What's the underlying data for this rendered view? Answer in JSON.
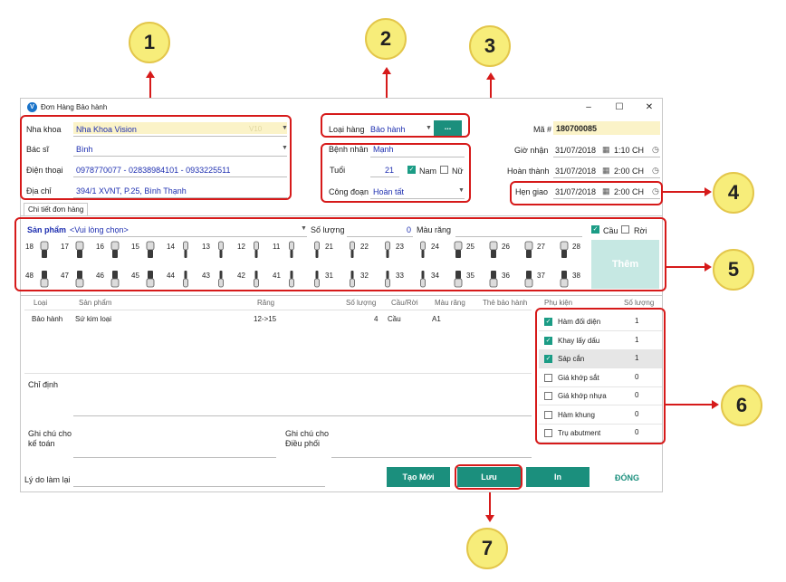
{
  "window": {
    "title": "Đơn Hàng Bảo hành",
    "logo": "V",
    "minimize": "–",
    "maximize": "☐",
    "close": "✕"
  },
  "header": {
    "nha_khoa_label": "Nha khoa",
    "nha_khoa_value": "Nha Khoa Vision",
    "nha_khoa_code": "V10",
    "bac_si_label": "Bác sĩ",
    "bac_si_value": "Bình",
    "dien_thoai_label": "Điện thoại",
    "dien_thoai_value": "0978770077 - 02838984101 - 0933225511",
    "dia_chi_label": "Địa chỉ",
    "dia_chi_value": "394/1 XVNT, P.25, Bình Thạnh",
    "loai_hang_label": "Loại hàng",
    "loai_hang_value": "Bảo hành",
    "loai_hang_btn": "...",
    "benh_nhan_label": "Bệnh nhân",
    "benh_nhan_value": "Mạnh",
    "tuoi_label": "Tuổi",
    "tuoi_value": "21",
    "nam_label": "Nam",
    "nu_label": "Nữ",
    "cong_doan_label": "Công đoạn",
    "cong_doan_value": "Hoàn tất",
    "ma_label": "Mã #",
    "ma_value": "180700085",
    "gio_nhan_label": "Giờ nhận",
    "gio_nhan_date": "31/07/2018",
    "gio_nhan_time": "1:10 CH",
    "hoan_thanh_label": "Hoàn thành",
    "hoan_thanh_date": "31/07/2018",
    "hoan_thanh_time": "2:00 CH",
    "hen_giao_label": "Hẹn giao",
    "hen_giao_date": "31/07/2018",
    "hen_giao_time": "2:00 CH"
  },
  "tab": "Chi tiết đơn hàng",
  "product": {
    "san_pham_label": "Sản phẩm",
    "san_pham_placeholder": "<Vui lòng chọn>",
    "so_luong_label": "Số lượng",
    "so_luong_value": "0",
    "mau_rang_label": "Màu răng",
    "cau_label": "Cầu",
    "roi_label": "Rời",
    "them_label": "Thêm",
    "upper_teeth": [
      "18",
      "17",
      "16",
      "15",
      "14",
      "13",
      "12",
      "11",
      "21",
      "22",
      "23",
      "24",
      "25",
      "26",
      "27",
      "28"
    ],
    "lower_teeth": [
      "48",
      "47",
      "46",
      "45",
      "44",
      "43",
      "42",
      "41",
      "31",
      "32",
      "33",
      "34",
      "35",
      "36",
      "37",
      "38"
    ]
  },
  "table": {
    "headers": [
      "Loại",
      "Sản phẩm",
      "Răng",
      "Số lượng",
      "Cầu/Rời",
      "Màu răng",
      "Thẻ bảo hành"
    ],
    "rows": [
      {
        "loai": "Bảo hành",
        "san_pham": "Sứ kim loại",
        "rang": "12->15",
        "so_luong": "4",
        "cau_roi": "Cầu",
        "mau_rang": "A1",
        "the": ""
      }
    ]
  },
  "accessories": {
    "header_name": "Phụ kiện",
    "header_qty": "Số lượng",
    "items": [
      {
        "label": "Hàm đối diện",
        "qty": "1",
        "checked": true
      },
      {
        "label": "Khay lấy dấu",
        "qty": "1",
        "checked": true
      },
      {
        "label": "Sáp cắn",
        "qty": "1",
        "checked": true
      },
      {
        "label": "Giá khớp sắt",
        "qty": "0",
        "checked": false
      },
      {
        "label": "Giá khớp nhựa",
        "qty": "0",
        "checked": false
      },
      {
        "label": "Hàm khung",
        "qty": "0",
        "checked": false
      },
      {
        "label": "Trụ abutment",
        "qty": "0",
        "checked": false
      }
    ]
  },
  "notes": {
    "chi_dinh_label": "Chỉ định",
    "ghi_chu_ke_toan_line1": "Ghi chú cho",
    "ghi_chu_ke_toan_line2": "kế toán",
    "ghi_chu_dieu_phoi_line1": "Ghi chú cho",
    "ghi_chu_dieu_phoi_line2": "Điều phối",
    "ly_do_label": "Lý do làm lại"
  },
  "buttons": {
    "tao_moi": "Tạo Mới",
    "luu": "Lưu",
    "in": "In",
    "dong": "ĐÓNG"
  },
  "callouts": [
    "1",
    "2",
    "3",
    "4",
    "5",
    "6",
    "7"
  ],
  "colors": {
    "accent": "#1b8f7d",
    "value_blue": "#1e2fb0",
    "highlight_red": "#d61a1a",
    "badge_yellow": "#f7ed7a"
  }
}
